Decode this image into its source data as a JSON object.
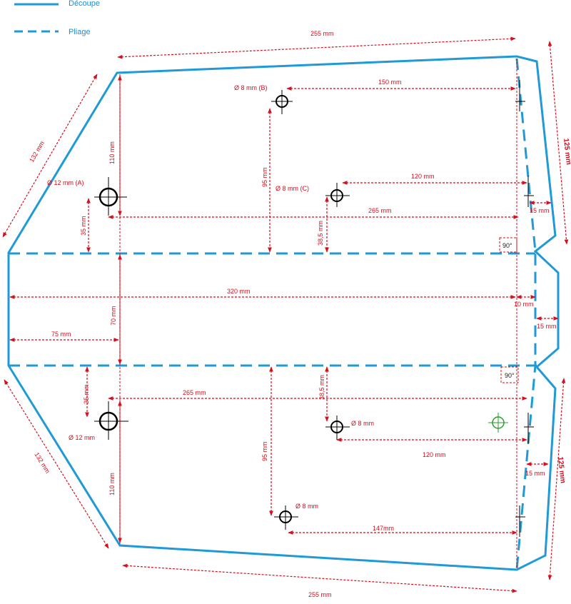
{
  "legend": {
    "cut_label": "Découpe",
    "fold_label": "Pliage"
  },
  "colors": {
    "cut": "#1f9ad6",
    "fold": "#1f9ad6",
    "dimension": "#d40f1e",
    "hole": "#000000",
    "target": "#2a9d2a"
  },
  "dimensions": {
    "top_width": "255 mm",
    "bottom_width": "255 mm",
    "upper_left_edge": "132 mm",
    "lower_left_edge": "132 mm",
    "right_flap_top": "125 mm",
    "right_flap_bottom": "125 mm",
    "hole_b_offset": "150 mm",
    "hole_c_offset": "120 mm",
    "upper_row_265": "265 mm",
    "upper_left_110": "110 mm",
    "hole_b_height": "95 mm",
    "hole_a_height": "35 mm",
    "hole_c_height": "38,5 mm",
    "full_width": "320 mm",
    "middle_height": "70 mm",
    "left_75": "75 mm",
    "tab_10": "10 mm",
    "tab_15_mid": "15 mm",
    "upper_flap_15": "15 mm",
    "lower_row_265": "265 mm",
    "lower_left_35": "35 mm",
    "lower_38_5": "38,5 mm",
    "lower_hole_8_offset": "120 mm",
    "lower_95": "95 mm",
    "lower_left_110": "110 mm",
    "bottom_hole_offset": "147mm",
    "lower_flap_15": "15 mm"
  },
  "angles": {
    "upper": "90°",
    "lower": "90°"
  },
  "holes": {
    "a_label": "Ø 12 mm (A)",
    "b_label": "Ø 8 mm (B)",
    "c_label": "Ø 8 mm (C)",
    "lower_left_label": "Ø 12 mm",
    "lower_mid_label": "Ø 8 mm",
    "bottom_label": "Ø 8 mm"
  }
}
